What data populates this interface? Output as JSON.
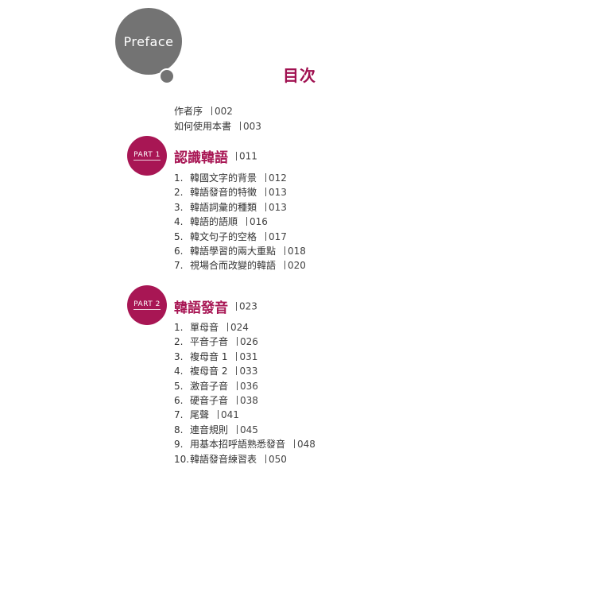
{
  "preface": {
    "label": "Preface"
  },
  "title": "目次",
  "intro": [
    {
      "text": "作者序",
      "page": "002"
    },
    {
      "text": "如何使用本書",
      "page": "003"
    }
  ],
  "parts": [
    {
      "badge": "PART 1",
      "title": "認識韓語",
      "page": "011",
      "chapters": [
        {
          "num": "1.",
          "text": "韓國文字的背景",
          "page": "012"
        },
        {
          "num": "2.",
          "text": "韓語發音的特徵",
          "page": "013"
        },
        {
          "num": "3.",
          "text": "韓語詞彙的種類",
          "page": "013"
        },
        {
          "num": "4.",
          "text": "韓語的語順",
          "page": "016"
        },
        {
          "num": "5.",
          "text": "韓文句子的空格",
          "page": "017"
        },
        {
          "num": "6.",
          "text": "韓語學習的兩大重點",
          "page": "018"
        },
        {
          "num": "7.",
          "text": "視場合而改變的韓語",
          "page": "020"
        }
      ]
    },
    {
      "badge": "PART 2",
      "title": "韓語發音",
      "page": "023",
      "chapters": [
        {
          "num": "1.",
          "text": "單母音",
          "page": "024"
        },
        {
          "num": "2.",
          "text": "平音子音",
          "page": "026"
        },
        {
          "num": "3.",
          "text": "複母音 1",
          "page": "031"
        },
        {
          "num": "4.",
          "text": "複母音 2",
          "page": "033"
        },
        {
          "num": "5.",
          "text": "激音子音",
          "page": "036"
        },
        {
          "num": "6.",
          "text": "硬音子音",
          "page": "038"
        },
        {
          "num": "7.",
          "text": "尾聲",
          "page": "041"
        },
        {
          "num": "8.",
          "text": "連音規則",
          "page": "045"
        },
        {
          "num": "9.",
          "text": "用基本招呼語熟悉發音",
          "page": "048"
        },
        {
          "num": "10.",
          "text": "韓語發音練習表",
          "page": "050"
        }
      ]
    }
  ]
}
